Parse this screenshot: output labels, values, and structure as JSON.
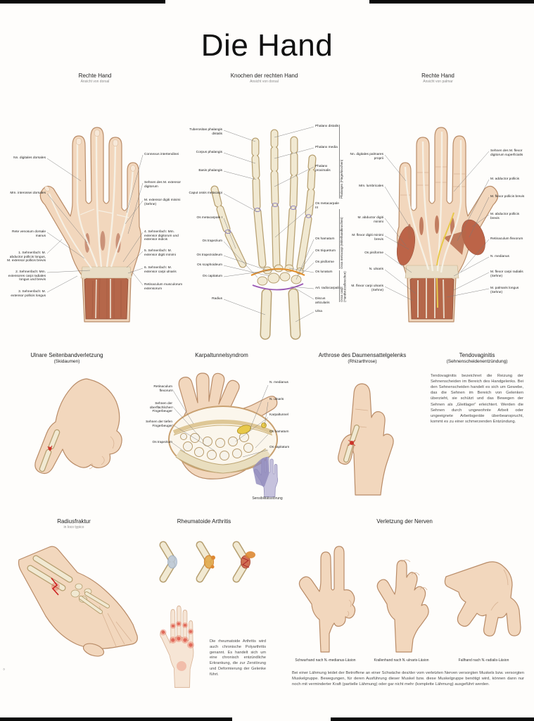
{
  "page": {
    "title": "Die Hand",
    "copyright_vertical": "©"
  },
  "panels": {
    "dorsal": {
      "title": "Rechte Hand",
      "subtitle": "Ansicht von dorsal",
      "labels_left": [
        "Nn. digitales dorsales",
        "Mm. interossei dorsales",
        "Rete venosum dorsale manus",
        "1. Sehnenfach: M. abductor pollicis longus, M. extensor pollicis brevis",
        "2. Sehnenfach: Mm. extensores carpi radiales longus und brevis",
        "3. Sehnenfach: M. extensor pollicis longus"
      ],
      "labels_right": [
        "Connexus intertendinei",
        "Sehnen des M. extensor digitorum",
        "M. extensor digiti minimi (Sehne)",
        "4. Sehnenfach: Mm. extensor digitorum und extensor indicis",
        "5. Sehnenfach: M. extensor digiti minimi",
        "6. Sehnenfach: M. extensor carpi ulnaris",
        "Retinaculum musculorum extensorum"
      ]
    },
    "bones": {
      "title": "Knochen der rechten Hand",
      "subtitle": "Ansicht von dorsal",
      "labels_left": [
        "Tuberositas phalangis distalis",
        "Corpus phalangis",
        "Basis phalangis",
        "Caput ossis metacarpi",
        "Os metacarpale I",
        "Os trapezium",
        "Os trapezoideum",
        "Os scaphoideum",
        "Os capitatum",
        "Radius"
      ],
      "labels_right": [
        "Phalanx distalis",
        "Phalanx media",
        "Phalanx proximalis",
        "Os metacarpale III",
        "Os hamatum",
        "Os triquetrum",
        "Os pisiforme",
        "Os lunatum",
        "Art. radiocarpalis",
        "Discus articularis",
        "Ulna"
      ],
      "brackets": [
        "Phalanges (Fingerknochen)",
        "Ossa metacarpi (Mittelhandknochen)",
        "Ossa carpi (Handwurzelknochen)"
      ]
    },
    "palmar": {
      "title": "Rechte Hand",
      "subtitle": "Ansicht von palmar",
      "labels_left": [
        "Nn. digitales palmares proprii",
        "Mm. lumbricales",
        "M. abductor digiti minimi",
        "M. flexor digiti minimi brevis",
        "Os pisiforme",
        "N. ulnaris",
        "M. flexor carpi ulnaris (Sehne)"
      ],
      "labels_right": [
        "Sehnen des M. flexor digitorum superficialis",
        "M. adductor pollicis",
        "M. flexor pollicis brevis",
        "M. abductor pollicis brevis",
        "Retinaculum flexorum",
        "N. medianus",
        "M. flexor carpi radialis (Sehne)",
        "M. palmaris longus (Sehne)"
      ]
    }
  },
  "sections": {
    "skidaumen": {
      "title": "Ulnare Seitenbandverletzung",
      "subtitle": "(Skidaumen)"
    },
    "karpaltunnel": {
      "title": "Karpaltunnelsyndrom",
      "labels_left": [
        "Retinaculum flexorum",
        "Sehnen der oberflächlichen Fingerbeuger",
        "Sehnen der tiefen Fingerbeuger",
        "Os trapezium"
      ],
      "labels_right": [
        "N. medianus",
        "N. ulnaris",
        "Karpaltunnel",
        "Os hamatum",
        "Os capitatum"
      ],
      "caption": "Sensibilitätsstörung"
    },
    "rhizarthrose": {
      "title": "Arthrose des Daumensattelgelenks",
      "subtitle": "(Rhizarthrose)"
    },
    "tendovaginitis": {
      "title": "Tendovaginitis",
      "subtitle": "(Sehnenscheidenentzündung)",
      "text": "Tendovaginitis bezeichnet die Reizung der Sehnenscheiden im Bereich des Handgelenks. Bei den Sehnenscheiden handelt es sich um Gewebe, das die Sehnen im Bereich von Gelenken überzieht, sie schützt und das Bewegen der Sehnen als „Gleitlager“ erleichtert. Werden die Sehnen durch ungewohnte Arbeit oder ungeeignete Arbeitsgeräte überbeansprucht, kommt es zu einer schmerzenden Entzündung."
    },
    "radiusfraktur": {
      "title": "Radiusfraktur",
      "subtitle": "in loco typico"
    },
    "rheuma": {
      "title": "Rheumatoide Arthritis",
      "text": "Die rheumatoide Arthritis wird auch chronische Polyarthritis genannt. Es handelt sich um eine chronisch entzündliche Erkrankung, die zur Zerstörung und Deformierung der Gelenke führt."
    },
    "nerven": {
      "title": "Verletzung der Nerven",
      "captions": [
        "Schwurhand nach N.-medianus-Läsion",
        "Krallenhand nach N.-ulnaris-Läsion",
        "Fallhand nach N.-radialis-Läsion"
      ],
      "text": "Bei einer Lähmung leidet der Betroffene an einer Schwäche des/der vom verletzten Nerven versorgten Muskels bzw. versorgten Muskelgruppe. Bewegungen, für deren Ausführung dieser Muskel bzw. diese Muskelgruppe benötigt wird, können dann nur noch mit verminderter Kraft (partielle Lähmung) oder gar nicht mehr (komplette Lähmung) ausgeführt werden."
    }
  },
  "colors": {
    "skin": "#f2d7bd",
    "outline": "#b98c68",
    "bone": "#f1e9d2",
    "bone_outline": "#b7a072",
    "muscle": "#b5674a",
    "accent_red": "#cc2222",
    "nerve_yellow": "#e8c94a"
  }
}
